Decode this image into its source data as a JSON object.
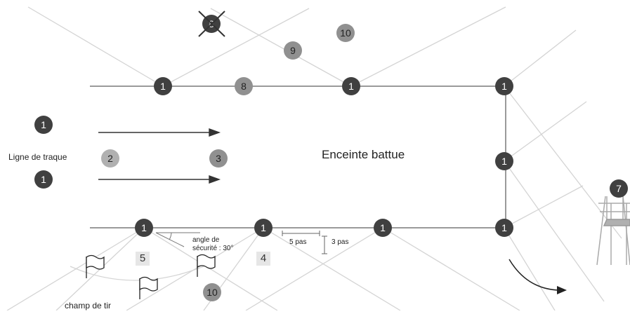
{
  "labels": {
    "zone": "Enceinte battue",
    "track_line": "Ligne de traque",
    "angle_line1": "angle de",
    "angle_line2": "sécurité : 30°",
    "dist_horizontal": "5 pas",
    "dist_vertical": "3 pas",
    "field": "champ de tir"
  },
  "posts": {
    "hunter": "1",
    "beater": "2",
    "beater_right": "3",
    "sector_left": "5",
    "sector_right": "4",
    "ladder": "7",
    "on_line": "8",
    "crossed": "8",
    "outside_near": "9",
    "outside_far": "10",
    "outside_bottom": "10"
  },
  "colors": {
    "hunter": "#404040",
    "beater_light": "#b0b0b0",
    "beater_mid": "#909090",
    "outside": "#909090",
    "cross": "#333333",
    "line": "#9a9a9a",
    "sight": "#d4d4d4",
    "sector_box": "#e6e6e6"
  }
}
